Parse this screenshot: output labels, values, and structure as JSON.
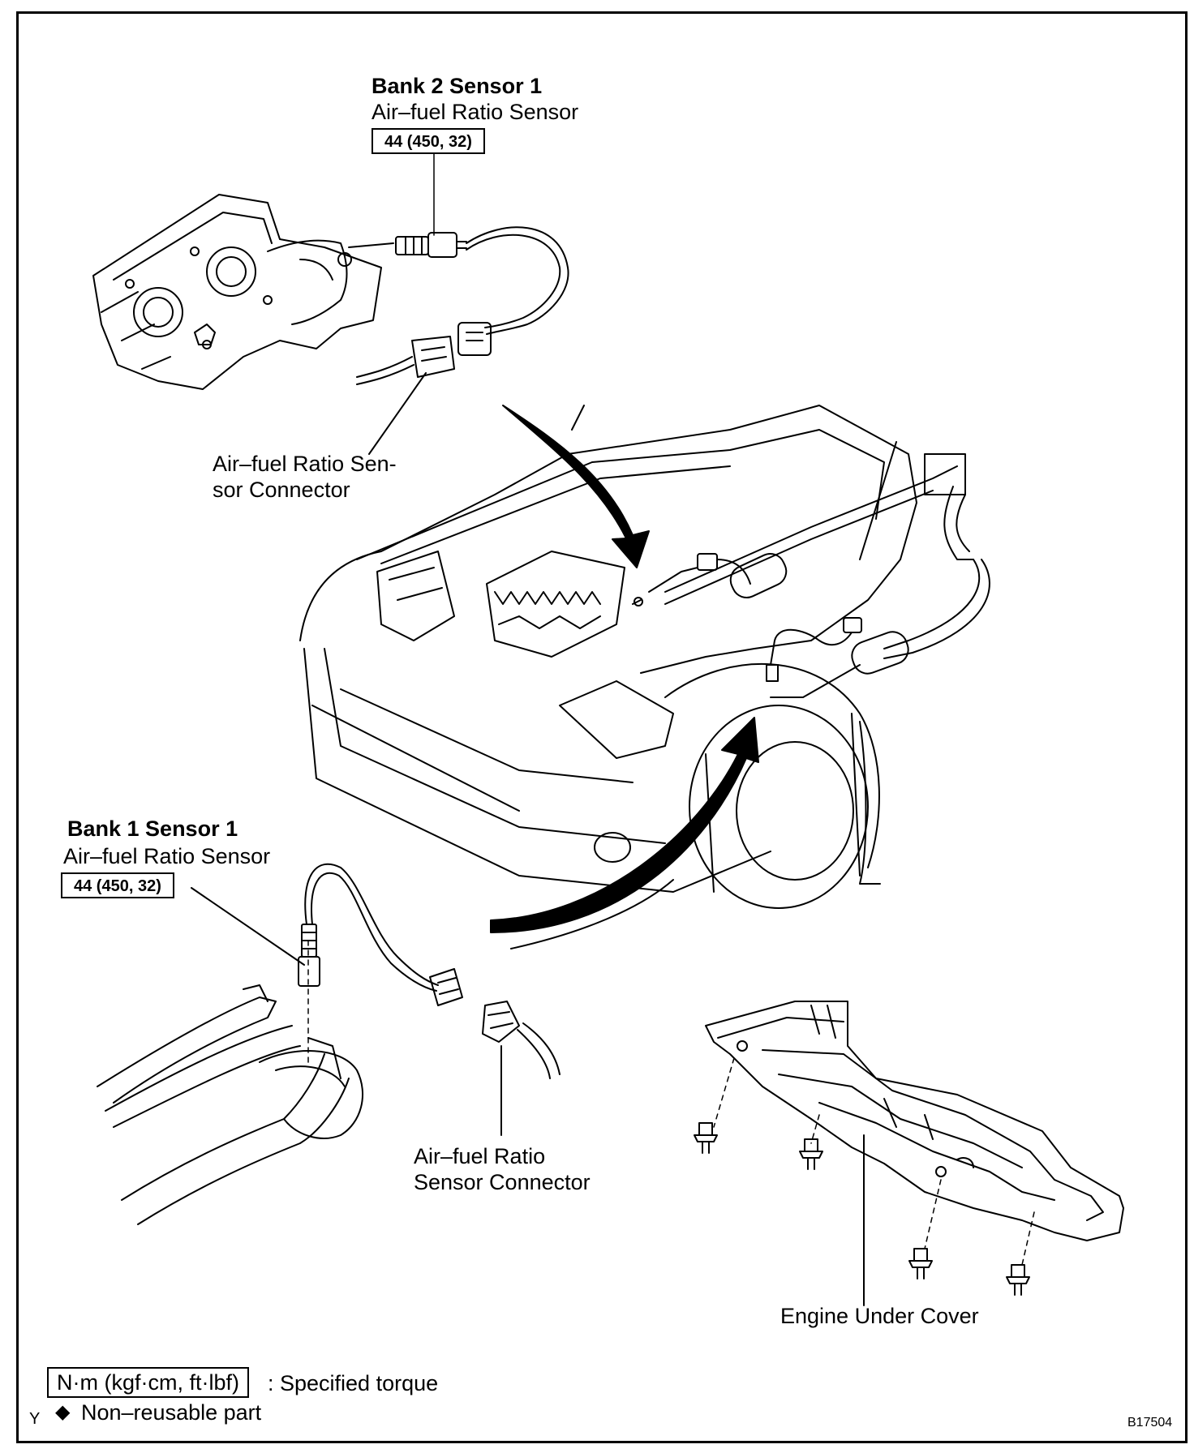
{
  "bank2": {
    "title": "Bank 2 Sensor 1",
    "subtitle": "Air–fuel Ratio Sensor",
    "torque": "44 (450, 32)",
    "connector_line1": "Air–fuel Ratio Sen-",
    "connector_line2": "sor Connector"
  },
  "bank1": {
    "title": "Bank 1 Sensor 1",
    "subtitle": "Air–fuel Ratio Sensor",
    "torque": "44 (450, 32)",
    "connector_line1": "Air–fuel Ratio",
    "connector_line2": "Sensor Connector"
  },
  "under_cover": {
    "label": "Engine Under Cover"
  },
  "legend": {
    "torque_unit": "N·m (kgf·cm, ft·lbf)",
    "torque_desc": ": Specified torque",
    "marker": "◆",
    "nonreusable": "Non–reusable part",
    "side_letter": "Y"
  },
  "figure_code": "B17504"
}
